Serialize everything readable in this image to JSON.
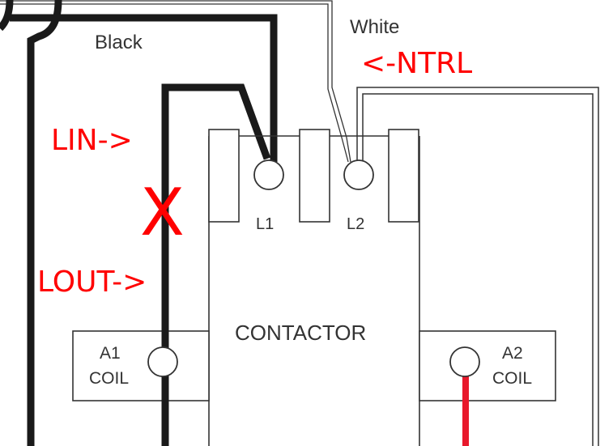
{
  "diagram": {
    "title": "Contactor wiring diagram",
    "component_label": "CONTACTOR",
    "wire_labels": {
      "black": "Black",
      "white": "White"
    },
    "terminals": {
      "l1": "L1",
      "l2": "L2",
      "a1": "A1",
      "a1_sub": "COIL",
      "a2": "A2",
      "a2_sub": "COIL"
    },
    "annotations": {
      "lin": "LIN->",
      "lout": "LOUT->",
      "ntrl": "<-NTRL",
      "x_mark": "X"
    },
    "colors": {
      "wire_black": "#1a1a1a",
      "outline": "#333333",
      "annotation_red": "#ff0000",
      "coil_wire_red": "#e8192c"
    }
  }
}
